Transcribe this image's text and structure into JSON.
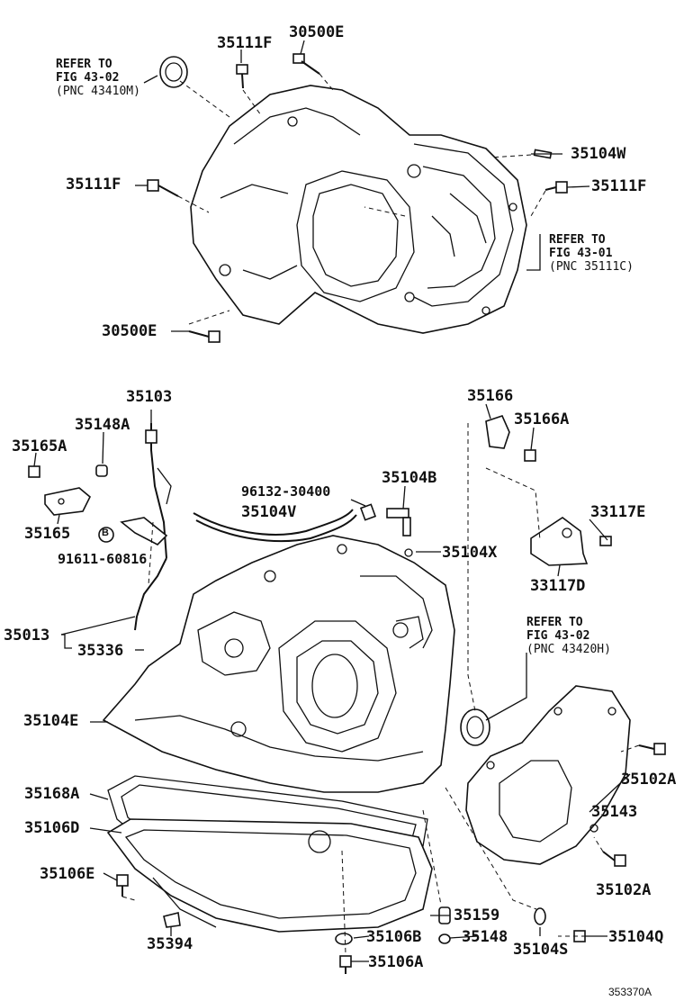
{
  "parts": {
    "p35111F_top": "35111F",
    "p30500E_top": "30500E",
    "p35104W": "35104W",
    "p35111F_left": "35111F",
    "p35111F_right": "35111F",
    "p30500E_bottom": "30500E",
    "p35103": "35103",
    "p35148A": "35148A",
    "p35165A": "35165A",
    "p35165": "35165",
    "p91611": "91611-60816",
    "p35166": "35166",
    "p35166A": "35166A",
    "p35104B": "35104B",
    "p96132": "96132-30400",
    "p35104V": "35104V",
    "p35104X": "35104X",
    "p33117E": "33117E",
    "p33117D": "33117D",
    "p35013": "35013",
    "p35336": "35336",
    "p35104E": "35104E",
    "p35102A_top": "35102A",
    "p35168A": "35168A",
    "p35143": "35143",
    "p35106D": "35106D",
    "p35106E": "35106E",
    "p35102A_bottom": "35102A",
    "p35159": "35159",
    "p35394": "35394",
    "p35106B": "35106B",
    "p35148": "35148",
    "p35104S": "35104S",
    "p35104Q": "35104Q",
    "p35106A": "35106A"
  },
  "refs": {
    "ref1": {
      "line1": "REFER TO",
      "line2": "FIG 43-02",
      "line3": "(PNC 43410M)"
    },
    "ref2": {
      "line1": "REFER TO",
      "line2": "FIG 43-01",
      "line3": "(PNC 35111C)"
    },
    "ref3": {
      "line1": "REFER TO",
      "line2": "FIG 43-02",
      "line3": "(PNC 43420H)"
    }
  },
  "marker_b": "B",
  "drawing_code": "353370A"
}
